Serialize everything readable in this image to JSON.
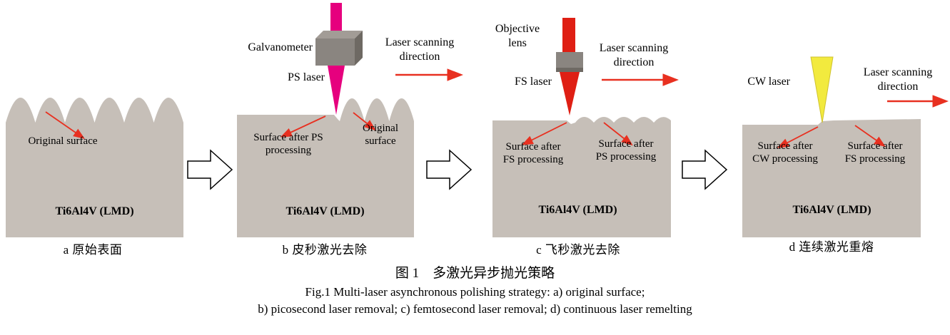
{
  "panels": {
    "a": {
      "surface_label": "Original surface",
      "substrate": "Ti6Al4V (LMD)",
      "caption": "a 原始表面"
    },
    "b": {
      "device": "Galvanometer",
      "laser": "PS laser",
      "scan_direction": "Laser scanning direction",
      "label_left": "Surface after PS processing",
      "label_right": "Original surface",
      "substrate": "Ti6Al4V (LMD)",
      "caption": "b 皮秒激光去除"
    },
    "c": {
      "device": "Objective lens",
      "laser": "FS laser",
      "scan_direction": "Laser scanning direction",
      "label_left": "Surface after FS processing",
      "label_right": "Surface after PS processing",
      "substrate": "Ti6Al4V (LMD)",
      "caption": "c 飞秒激光去除"
    },
    "d": {
      "laser": "CW laser",
      "scan_direction": "Laser scanning direction",
      "label_left": "Surface after CW processing",
      "label_right": "Surface after FS processing",
      "substrate": "Ti6Al4V (LMD)",
      "caption": "d 连续激光重熔"
    }
  },
  "figure_caption": {
    "cn": "图 1　多激光异步抛光策略",
    "en_line1": "Fig.1 Multi-laser asynchronous polishing strategy: a) original surface;",
    "en_line2": "b) picosecond laser removal; c) femtosecond laser removal; d) continuous laser remelting"
  },
  "colors": {
    "substrate_gray": "#c6bfb8",
    "device_gray": "#8a8580",
    "ps_beam_magenta": "#e6007e",
    "fs_beam_red": "#df1f14",
    "cw_beam_yellow": "#f2ea3e",
    "annotation_arrow_red": "#e83020"
  }
}
